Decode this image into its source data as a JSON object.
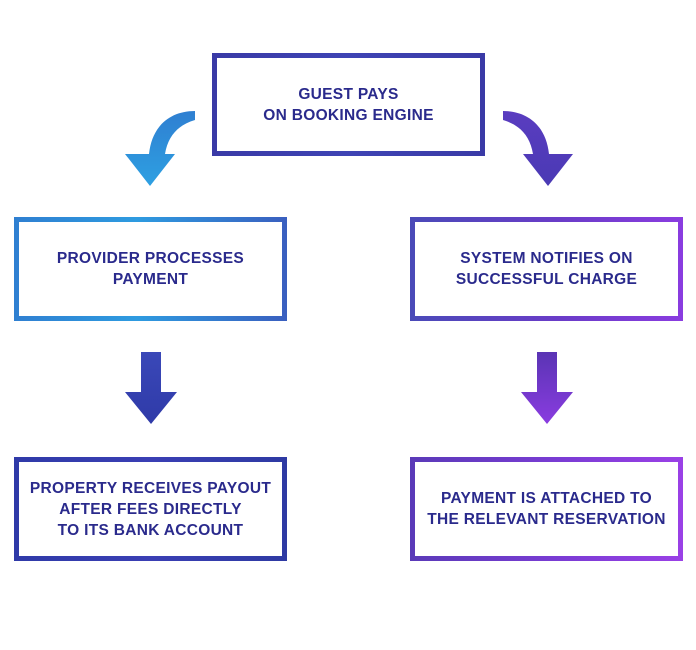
{
  "nodes": {
    "top": {
      "lines": [
        "GUEST PAYS",
        "ON BOOKING ENGINE"
      ]
    },
    "left_1": {
      "lines": [
        "PROVIDER PROCESSES",
        "PAYMENT"
      ]
    },
    "right_1": {
      "lines": [
        "SYSTEM NOTIFIES ON",
        "SUCCESSFUL CHARGE"
      ]
    },
    "left_2": {
      "lines": [
        "PROPERTY RECEIVES PAYOUT",
        "AFTER FEES DIRECTLY",
        "TO ITS BANK ACCOUNT"
      ]
    },
    "right_2": {
      "lines": [
        "PAYMENT IS ATTACHED TO",
        "THE RELEVANT RESERVATION"
      ]
    }
  },
  "edges": [
    {
      "from": "top",
      "to": "left_1",
      "style": "curved"
    },
    {
      "from": "top",
      "to": "right_1",
      "style": "curved"
    },
    {
      "from": "left_1",
      "to": "left_2",
      "style": "straight"
    },
    {
      "from": "right_1",
      "to": "right_2",
      "style": "straight"
    }
  ],
  "colors": {
    "text": "#2a2a8c",
    "blue": "#2e8bdc",
    "indigo": "#3a3aa6",
    "purple": "#8a3ce0"
  }
}
